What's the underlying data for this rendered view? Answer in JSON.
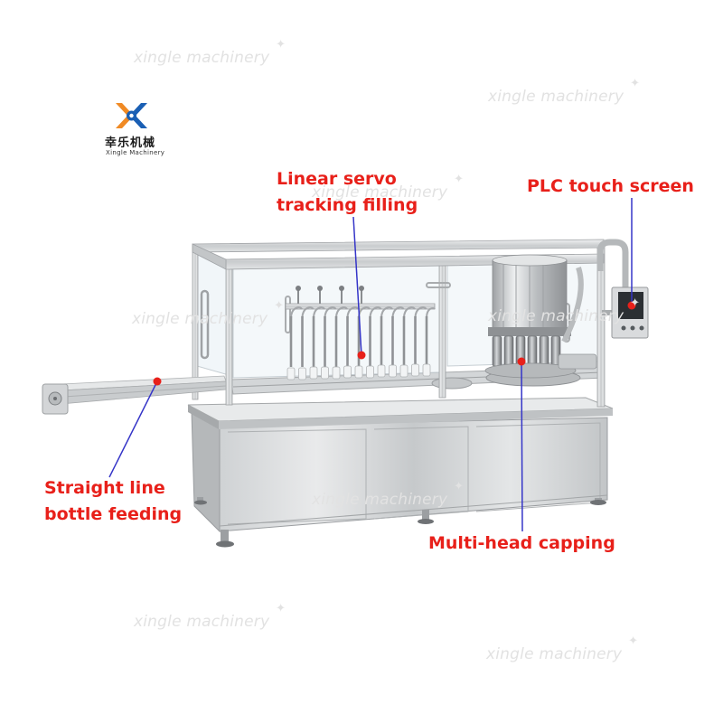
{
  "watermark": "xingle machinery",
  "logo": {
    "name_cn": "幸乐机械",
    "name_en": "Xingle Machinery",
    "icon": "xingle-logo-emblem",
    "colors": {
      "orange": "#f08a24",
      "blue": "#1a5fb4"
    }
  },
  "callouts": {
    "filling": {
      "line1": "Linear servo",
      "line2": "tracking filling"
    },
    "plc": {
      "label": "PLC touch screen"
    },
    "feeding": {
      "line1": "Straight line",
      "line2": "bottle feeding"
    },
    "capping": {
      "label": "Multi-head capping"
    }
  },
  "colors": {
    "label_text": "#e8201a",
    "leader_line": "#3535c8",
    "marker_dot": "#e8201a",
    "watermark": "#e2e2e2",
    "steel": "#d6d8da"
  }
}
